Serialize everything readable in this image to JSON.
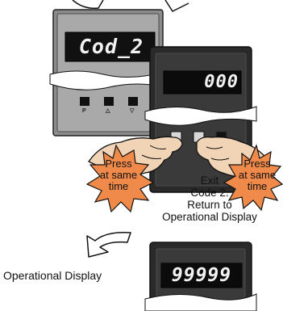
{
  "meter_code": {
    "display": "Cod_2",
    "keys": [
      "P",
      "△",
      "▽"
    ]
  },
  "meter_main": {
    "display": "000"
  },
  "meter_operational": {
    "display": "99999"
  },
  "labels": {
    "press_left": "Press\nat same\ntime",
    "exit_text": "Exit\nCode 2.\nReturn to\nOperational Display",
    "press_right": "Press\nat same\ntime",
    "operational": "Operational Display"
  }
}
